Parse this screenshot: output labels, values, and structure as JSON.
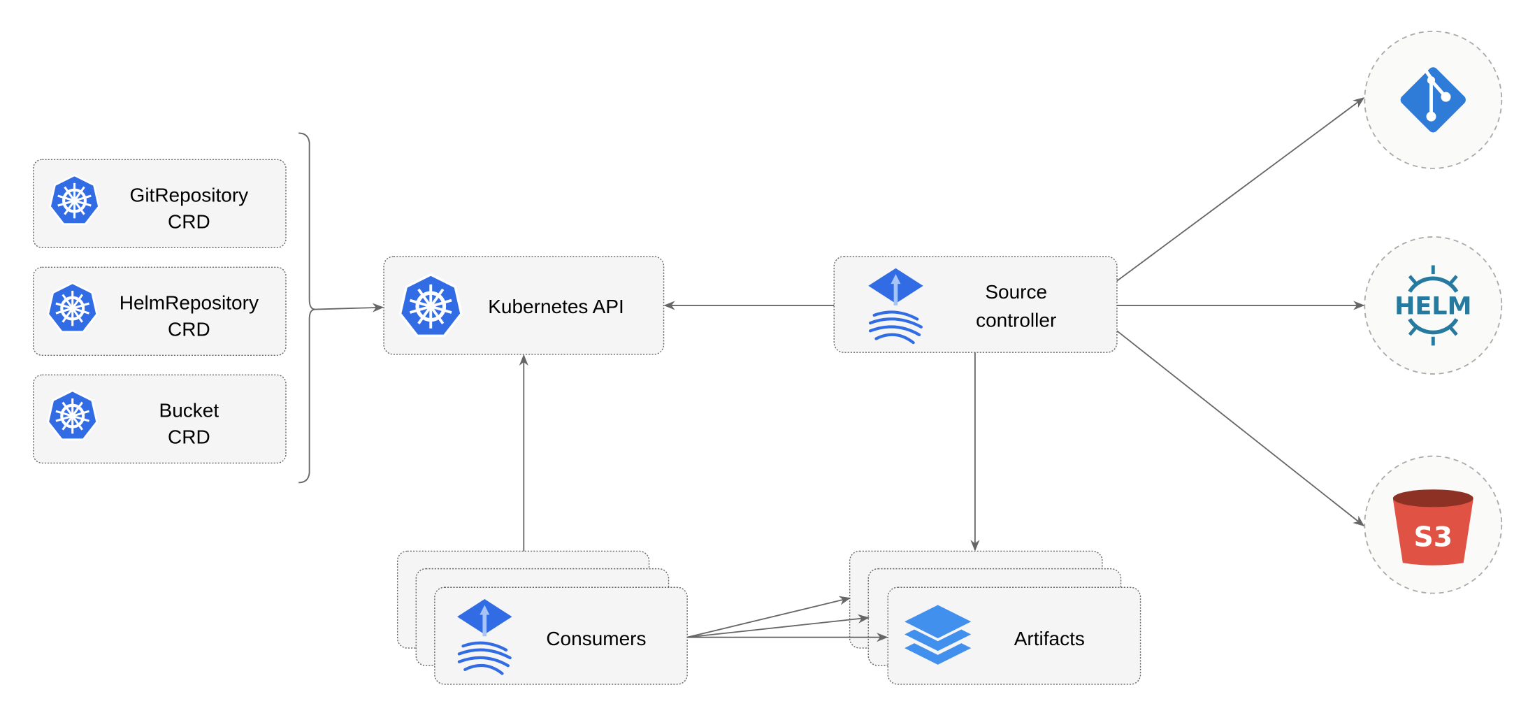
{
  "crds": [
    {
      "line1": "GitRepository",
      "line2": "CRD",
      "icon": "kubernetes-icon"
    },
    {
      "line1": "HelmRepository",
      "line2": "CRD",
      "icon": "kubernetes-icon"
    },
    {
      "line1": "Bucket",
      "line2": "CRD",
      "icon": "kubernetes-icon"
    }
  ],
  "kubernetes_api": {
    "label": "Kubernetes API",
    "icon": "kubernetes-icon"
  },
  "source_controller": {
    "line1": "Source",
    "line2": "controller",
    "icon": "flux-icon"
  },
  "consumers": {
    "label": "Consumers",
    "icon": "flux-icon"
  },
  "artifacts": {
    "label": "Artifacts",
    "icon": "layers-icon"
  },
  "sources": [
    {
      "icon": "git-icon"
    },
    {
      "icon": "helm-icon",
      "label": "HELM"
    },
    {
      "icon": "s3-icon",
      "label": "S3"
    }
  ],
  "colors": {
    "k8s_blue": "#326ce5",
    "git_blue": "#2f7bd8",
    "helm_teal": "#277a9f",
    "s3_red": "#e05243",
    "s3_dark": "#8c3123",
    "layers_blue": "#4290ee"
  }
}
